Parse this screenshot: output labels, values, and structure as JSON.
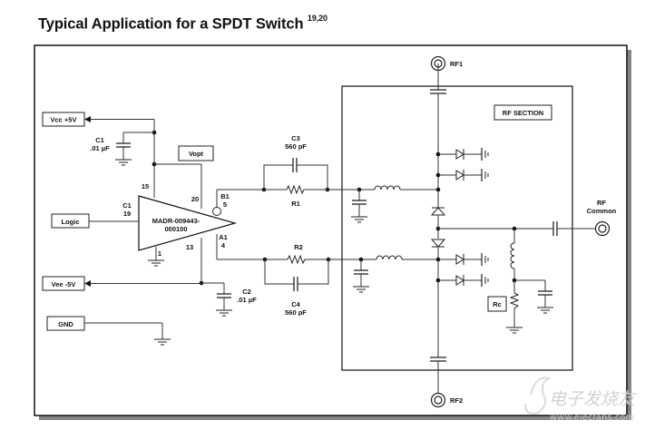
{
  "title": {
    "text": "Typical Application for a SPDT Switch",
    "superscript": "19,20"
  },
  "chip": {
    "part_line1": "MADR-009443-",
    "part_line2": "000100"
  },
  "pins": {
    "p15": "15",
    "p20": "20",
    "p19_name": "C1",
    "p19": "19",
    "p1": "1",
    "p13": "13",
    "b1_name": "B1",
    "b1": "5",
    "a1_name": "A1",
    "a1": "4"
  },
  "terminals": {
    "vcc": "Vcc +5V",
    "vopt": "Vopt",
    "logic": "Logic",
    "vee": "Vee -5V",
    "gnd": "GND",
    "rc": "Rc",
    "rf_section": "RF SECTION"
  },
  "components": {
    "c1": {
      "name": "C1",
      "value": ".01 µF"
    },
    "c2": {
      "name": "C2",
      "value": ".01 µF"
    },
    "c3": {
      "name": "C3",
      "value": "560 pF"
    },
    "c4": {
      "name": "C4",
      "value": "560 pF"
    },
    "r1": {
      "name": "R1"
    },
    "r2": {
      "name": "R2"
    }
  },
  "ports": {
    "rf1": "RF1",
    "rf2": "RF2",
    "rf_common_line1": "RF",
    "rf_common_line2": "Common"
  },
  "watermark": {
    "cn": "电子发烧友",
    "url": "www.elecfans.com"
  }
}
